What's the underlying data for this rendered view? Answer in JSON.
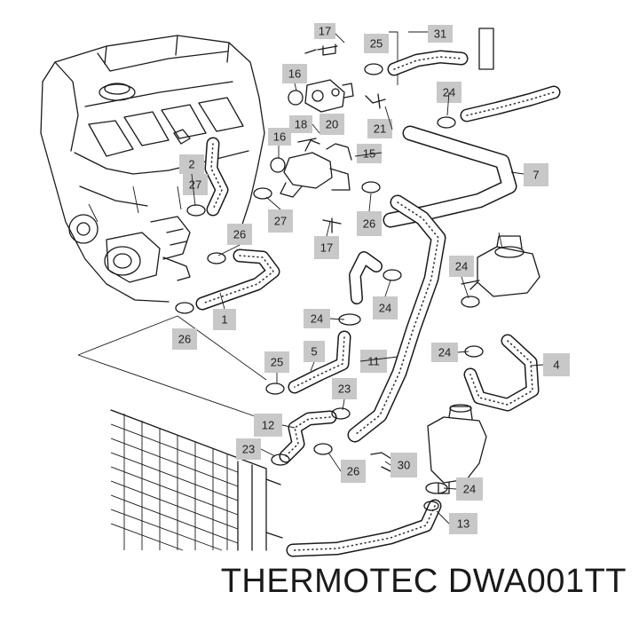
{
  "caption": "THERMOTEC DWA001TT",
  "colors": {
    "label_box": "#c8c8c8",
    "ink": "#1a1a1a",
    "background": "#ffffff"
  },
  "labels": [
    {
      "id": "l17a",
      "text": "17"
    },
    {
      "id": "l25a",
      "text": "25"
    },
    {
      "id": "l31",
      "text": "31"
    },
    {
      "id": "l16a",
      "text": "16"
    },
    {
      "id": "l20",
      "text": "20"
    },
    {
      "id": "l24a",
      "text": "24"
    },
    {
      "id": "l18",
      "text": "18"
    },
    {
      "id": "l21",
      "text": "21"
    },
    {
      "id": "l16b",
      "text": "16"
    },
    {
      "id": "l15",
      "text": "15"
    },
    {
      "id": "l2",
      "text": "2"
    },
    {
      "id": "l7",
      "text": "7"
    },
    {
      "id": "l27a",
      "text": "27"
    },
    {
      "id": "l27b",
      "text": "27"
    },
    {
      "id": "l26a",
      "text": "26"
    },
    {
      "id": "l17b",
      "text": "17"
    },
    {
      "id": "l26b",
      "text": "26"
    },
    {
      "id": "l24b",
      "text": "24"
    },
    {
      "id": "l1",
      "text": "1"
    },
    {
      "id": "l24c",
      "text": "24"
    },
    {
      "id": "l26c",
      "text": "26"
    },
    {
      "id": "l24d",
      "text": "24"
    },
    {
      "id": "l25b",
      "text": "25"
    },
    {
      "id": "l5",
      "text": "5"
    },
    {
      "id": "l11",
      "text": "11"
    },
    {
      "id": "l24e",
      "text": "24"
    },
    {
      "id": "l4",
      "text": "4"
    },
    {
      "id": "l23a",
      "text": "23"
    },
    {
      "id": "l12",
      "text": "12"
    },
    {
      "id": "l23b",
      "text": "23"
    },
    {
      "id": "l30",
      "text": "30"
    },
    {
      "id": "l26d",
      "text": "26"
    },
    {
      "id": "l24f",
      "text": "24"
    },
    {
      "id": "l13",
      "text": "13"
    }
  ]
}
